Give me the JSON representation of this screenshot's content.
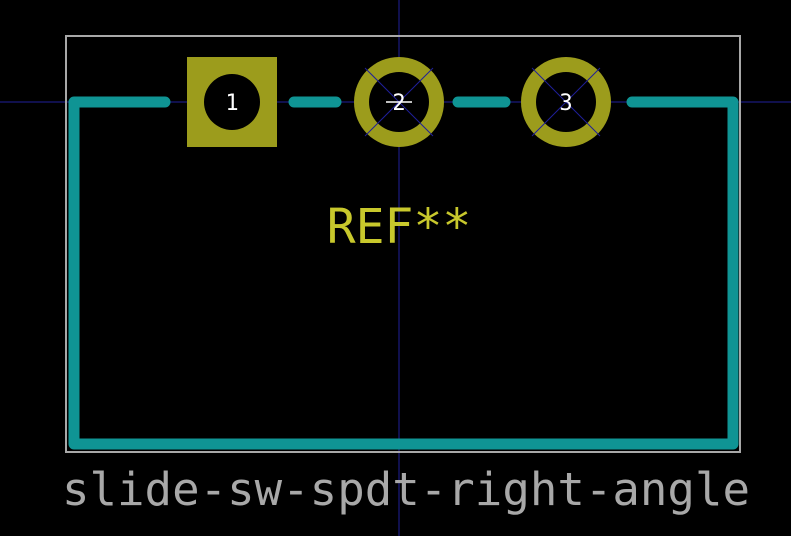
{
  "footprint": {
    "reference": "REF**",
    "value": "slide-sw-spdt-right-angle"
  },
  "pads": [
    {
      "number": "1",
      "shape": "square"
    },
    {
      "number": "2",
      "shape": "round"
    },
    {
      "number": "3",
      "shape": "round"
    }
  ],
  "colors": {
    "background": "#000000",
    "crosshair": "#1f1f9a",
    "courtyard": "#a8a8a8",
    "silkscreen": "#0f9494",
    "pad": "#9c9c1c",
    "reference_text": "#c8c82c",
    "value_text": "#a8a8a8",
    "pad_number": "#ffffff"
  }
}
